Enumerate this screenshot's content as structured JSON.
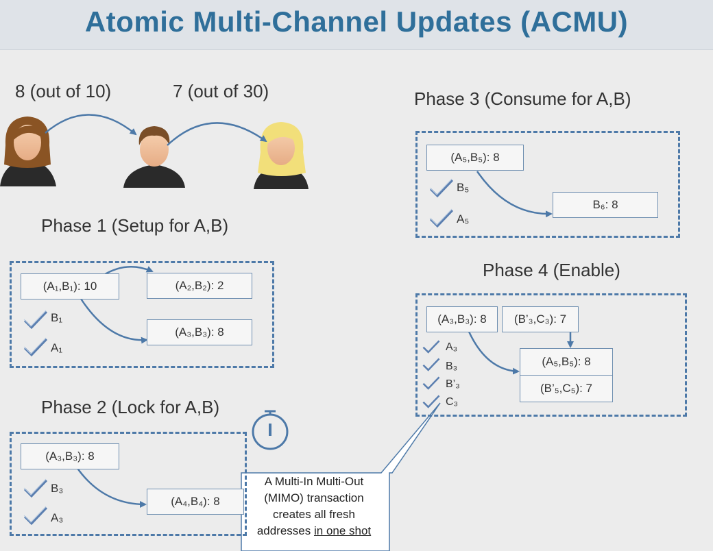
{
  "title": "Atomic Multi-Channel Updates (ACMU)",
  "people": {
    "edge1_label": "8 (out of 10)",
    "edge2_label": "7 (out of 30)"
  },
  "phase1": {
    "title": "Phase 1 (Setup for A,B)",
    "boxes": [
      "(A₁,B₁): 10",
      "(A₂,B₂): 2",
      "(A₃,B₃): 8"
    ],
    "checks": [
      "B₁",
      "A₁"
    ]
  },
  "phase2": {
    "title": "Phase 2 (Lock for A,B)",
    "boxes": [
      "(A₃,B₃): 8",
      "(A₄,B₄): 8"
    ],
    "checks": [
      "B₃",
      "A₃"
    ]
  },
  "phase3": {
    "title": "Phase 3 (Consume for A,B)",
    "boxes": [
      "(A₅,B₅): 8",
      "B₆: 8"
    ],
    "checks": [
      "B₅",
      "A₅"
    ]
  },
  "phase4": {
    "title": "Phase 4 (Enable)",
    "boxes": [
      "(A₃,B₃): 8",
      "(B’₃,C₃): 7",
      "(A₅,B₅): 8",
      "(B’₅,C₅): 7"
    ],
    "checks": [
      "A₃",
      "B₃",
      "B’₃",
      "C₃"
    ]
  },
  "callout": {
    "line1": "A Multi-In Multi-Out",
    "line2": "(MIMO) transaction",
    "line3": "creates all fresh",
    "line4_prefix": "addresses ",
    "line4_underlined": "in one shot"
  },
  "icons": [
    "person-woman-brown-hair-icon",
    "person-man-icon",
    "person-woman-blonde-icon",
    "stopwatch-icon",
    "checkmark-icon"
  ],
  "colors": {
    "accent": "#4d79a8",
    "title": "#2f6f9a",
    "background": "#ececec"
  }
}
